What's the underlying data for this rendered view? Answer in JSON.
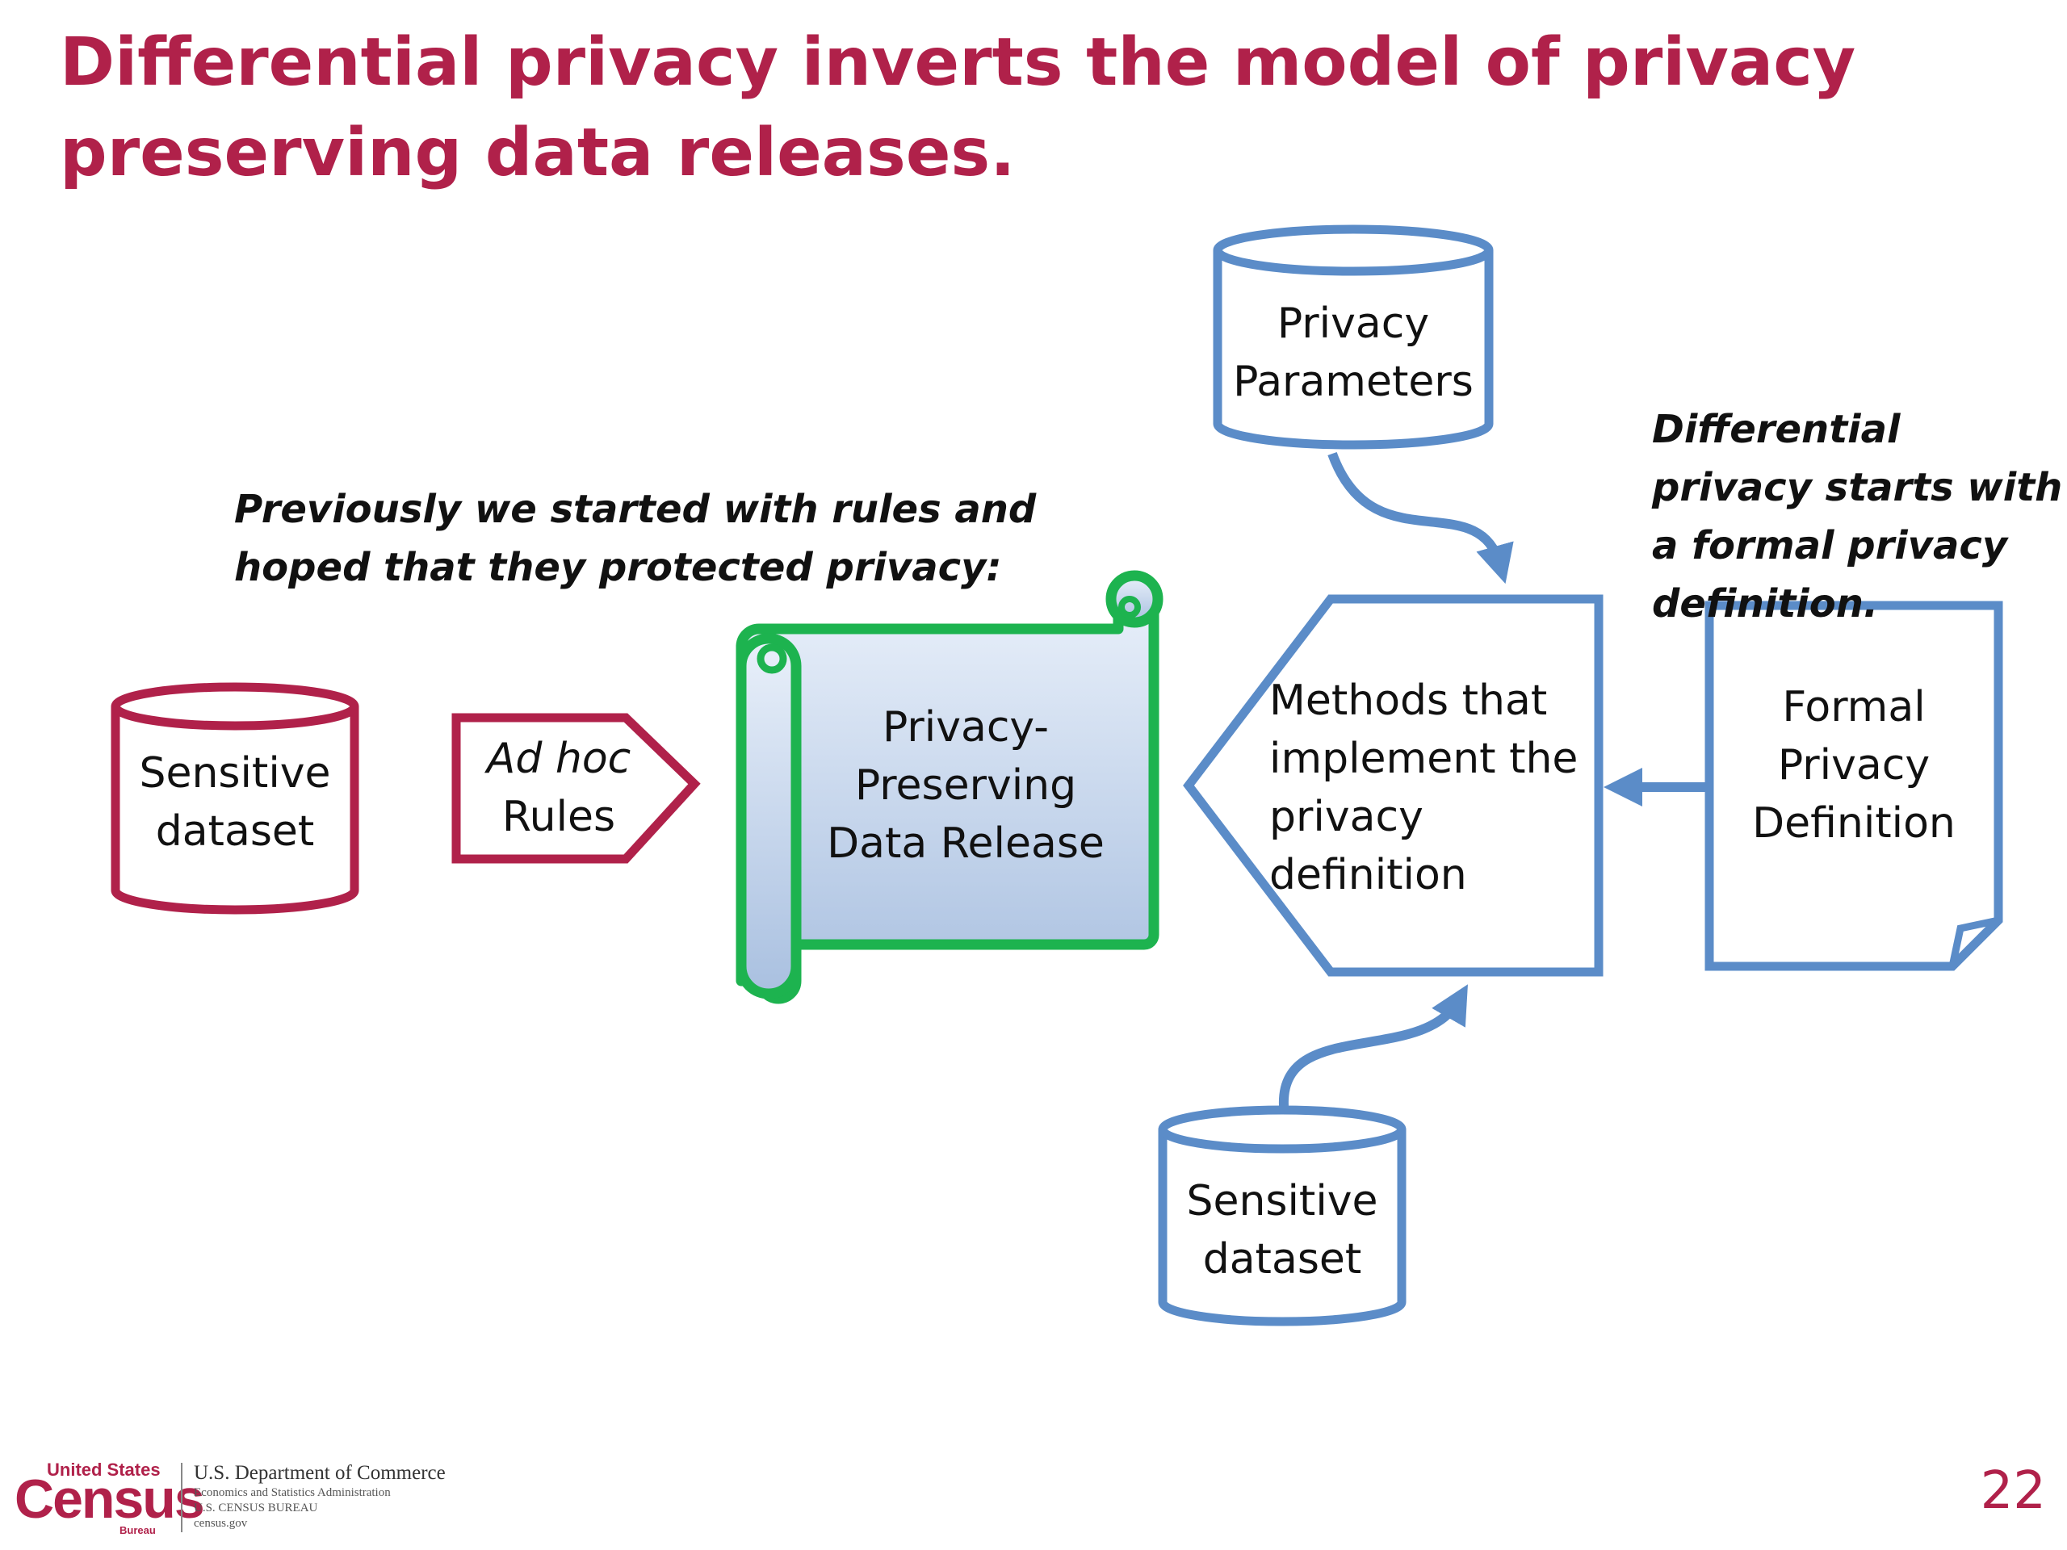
{
  "slide": {
    "title": "Differential privacy inverts the model of privacy preserving data releases.",
    "note_left": "Previously we started with rules and hoped that they protected privacy:",
    "note_right": "Differential privacy starts with a formal privacy definition.",
    "page_number": "22"
  },
  "diagram": {
    "left_dataset": [
      "Sensitive",
      "dataset"
    ],
    "adhoc_rules": [
      "Ad hoc",
      "Rules"
    ],
    "data_release": [
      "Privacy-",
      "Preserving",
      "Data Release"
    ],
    "privacy_parameters": [
      "Privacy",
      "Parameters"
    ],
    "methods": [
      "Methods that",
      "implement the",
      "privacy",
      "definition"
    ],
    "formal_definition": [
      "Formal",
      "Privacy",
      "Definition"
    ],
    "bottom_dataset": [
      "Sensitive",
      "dataset"
    ],
    "colors": {
      "red": "#b0214a",
      "blue": "#5b8cc8",
      "green": "#1db34f",
      "scroll_fill_top": "#e9f0fa",
      "scroll_fill_bottom": "#a9c0e0"
    }
  },
  "footer": {
    "logo_top": "United States",
    "logo_word": "Census",
    "logo_bottom": "Bureau",
    "dept": "U.S. Department of Commerce",
    "dept_sub1": "Economics and Statistics Administration",
    "dept_sub2": "U.S. CENSUS BUREAU",
    "dept_sub3": "census.gov"
  }
}
